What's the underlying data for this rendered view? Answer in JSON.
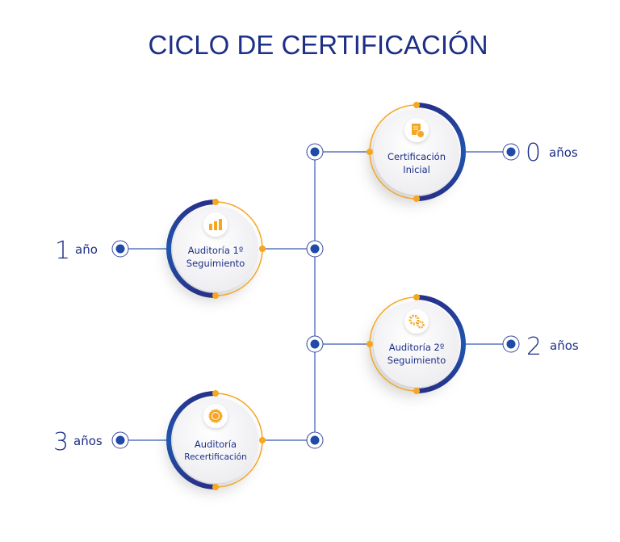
{
  "title": "CICLO DE CERTIFICACIÓN",
  "colors": {
    "blue": "#1d2f86",
    "orange": "#f5a623",
    "line": "#3b5bb5"
  },
  "stages": [
    {
      "line1": "Certificación",
      "line2": "Inicial",
      "number": "0",
      "unit": "años",
      "icon": "document-check-icon"
    },
    {
      "line1": "Auditoría 1º",
      "line2": "Seguimiento",
      "number": "1",
      "unit": "año",
      "icon": "bar-chart-icon"
    },
    {
      "line1": "Auditoría 2º",
      "line2": "Seguimiento",
      "number": "2",
      "unit": "años",
      "icon": "gears-icon"
    },
    {
      "line1": "Auditoría",
      "line2": "Recertificación",
      "number": "3",
      "unit": "años",
      "icon": "badge-check-icon"
    }
  ]
}
